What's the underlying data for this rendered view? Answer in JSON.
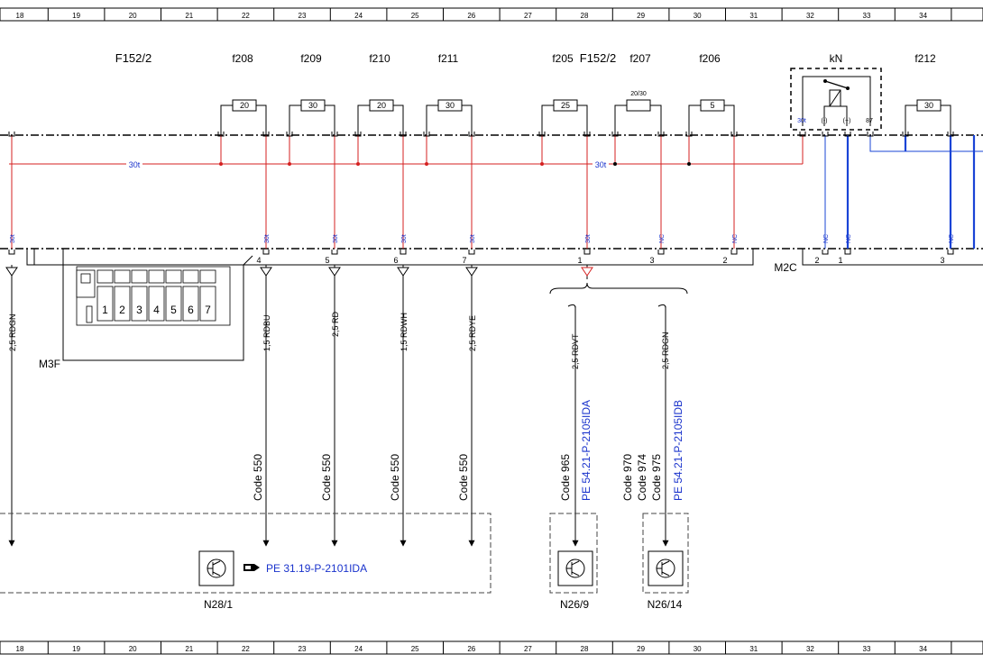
{
  "grid": {
    "columns": [
      "18",
      "19",
      "20",
      "21",
      "22",
      "23",
      "24",
      "25",
      "26",
      "27",
      "28",
      "29",
      "30",
      "31",
      "32",
      "33",
      "34"
    ]
  },
  "fuse_labels": {
    "f152_2_left": "F152/2",
    "f208": "f208",
    "f209": "f209",
    "f210": "f210",
    "f211": "f211",
    "f205": "f205",
    "f152_2_right": "F152/2",
    "f207": "f207",
    "f206": "f206",
    "kn": "kN",
    "f212": "f212"
  },
  "fuse_ratings": {
    "f208": "20",
    "f209": "30",
    "f210": "20",
    "f211": "30",
    "f205": "25",
    "f207": "20/30",
    "f206": "5",
    "f212": "30"
  },
  "relay_pins": {
    "p30": "30t",
    "neg": "(-)",
    "pos": "(+)",
    "p87": "87"
  },
  "bus_labels": {
    "left": "30t",
    "right": "30t"
  },
  "terminal_labels": {
    "w1": "30t",
    "w2": "30t",
    "w3": "30t",
    "w4": "30t",
    "w5": "30t",
    "w6": "30t",
    "w7": "NC",
    "w8": "NC",
    "w9": "NC",
    "w10": "NC",
    "w11": "NC"
  },
  "pin_numbers": {
    "m3f_4": "4",
    "m3f_5": "5",
    "m3f_6": "6",
    "m3f_7": "7",
    "m2_1": "1",
    "m2_3": "3",
    "m2_2": "2",
    "m2c_2": "2",
    "m2c_1": "1",
    "m2c_3": "3"
  },
  "connectors": {
    "m3f": "M3F",
    "m2c": "M2C",
    "m3f_slots": [
      "1",
      "2",
      "3",
      "4",
      "5",
      "6",
      "7"
    ]
  },
  "wires": {
    "rdgn_left": "2,5 RDGN",
    "rdbu": "1,5 RDBU",
    "rd": "2,5 RD",
    "rdwh": "1,5 RDWH",
    "rdye": "2,5 RDYE",
    "rdvt": "2,5 RDVT",
    "rdgn_right": "2,5 RDGN"
  },
  "codes": {
    "c1": "Code 550",
    "c2": "Code 550",
    "c3": "Code 550",
    "c4": "Code 550",
    "c965": "Code 965",
    "c970": "Code 970",
    "c974": "Code 974",
    "c975": "Code 975"
  },
  "references": {
    "pe_31": "PE 31.19-P-2101IDA",
    "pe_54a": "PE 54.21-P-2105IDA",
    "pe_54b": "PE 54.21-P-2105IDB"
  },
  "components": {
    "n28_1": "N28/1",
    "n26_9": "N26/9",
    "n26_14": "N26/14"
  },
  "colors": {
    "red_wire": "#d42020",
    "blue_wire": "#1a44d6",
    "reference_text": "#1a33cc"
  }
}
